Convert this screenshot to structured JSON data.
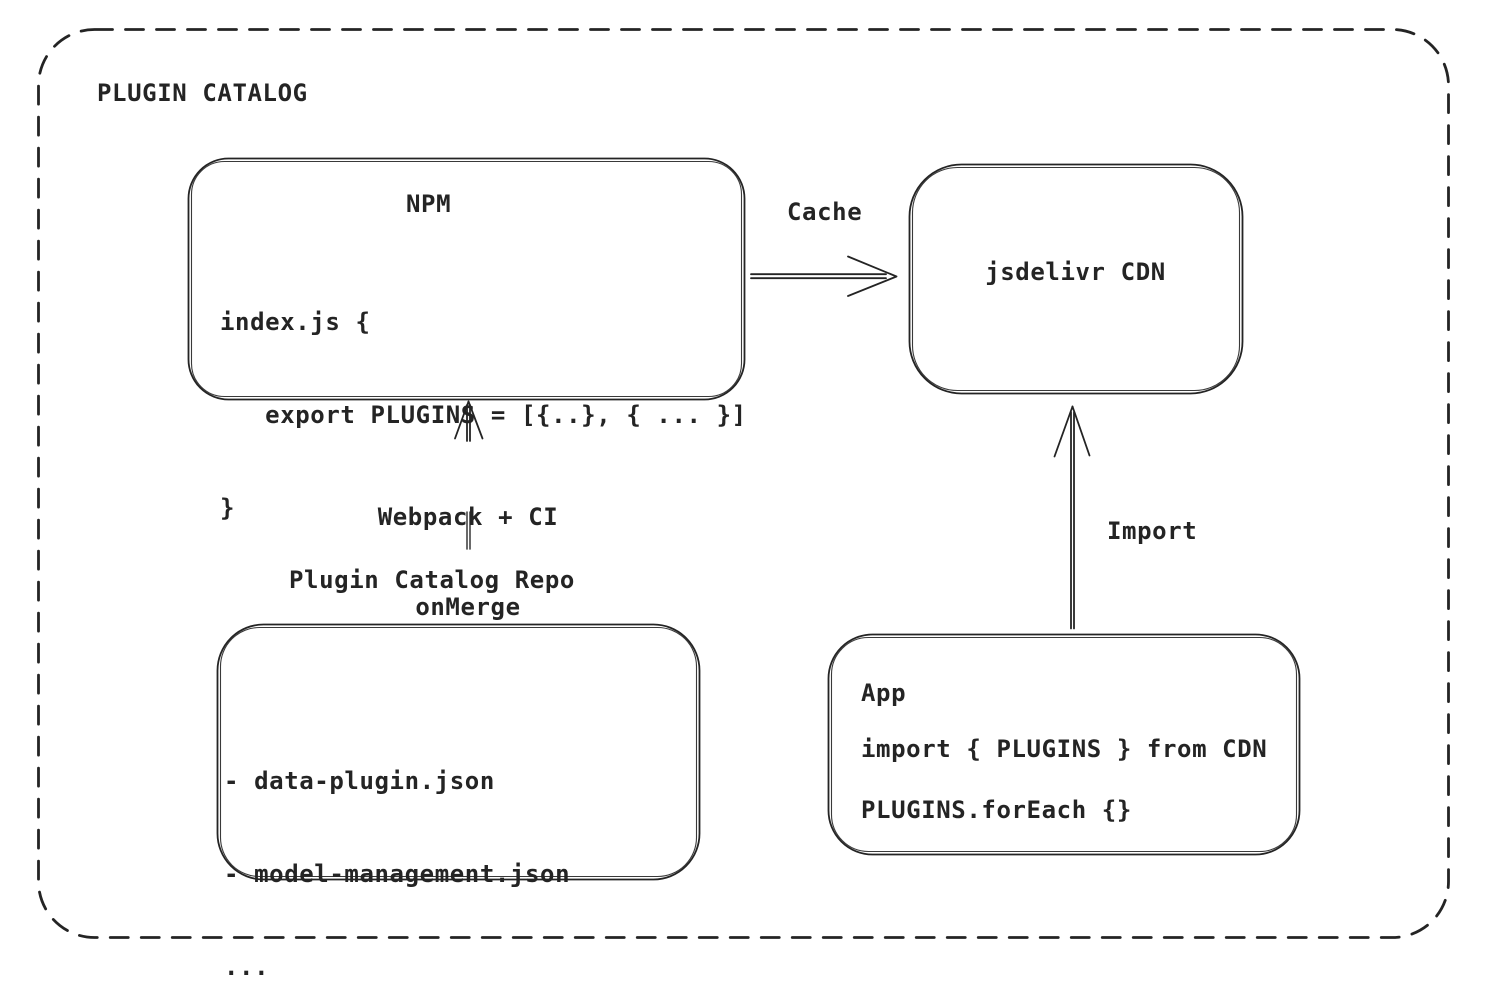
{
  "colors": {
    "ink": "#242424",
    "background": "#ffffff"
  },
  "title": "PLUGIN CATALOG",
  "npm": {
    "title": "NPM",
    "code": [
      "index.js {",
      "   export PLUGINS = [{..}, { ... }]",
      "}"
    ]
  },
  "cdn": {
    "label": "jsdelivr CDN"
  },
  "repo": {
    "label": "Plugin Catalog Repo",
    "files": [
      "- data-plugin.json",
      "- model-management.json",
      "..."
    ]
  },
  "app": {
    "title": "App",
    "code": [
      "import { PLUGINS } from CDN",
      "PLUGINS.forEach {}"
    ]
  },
  "arrows": {
    "cache": "Cache",
    "webpack": {
      "line1": "Webpack + CI",
      "line2": "onMerge"
    },
    "import": "Import"
  }
}
